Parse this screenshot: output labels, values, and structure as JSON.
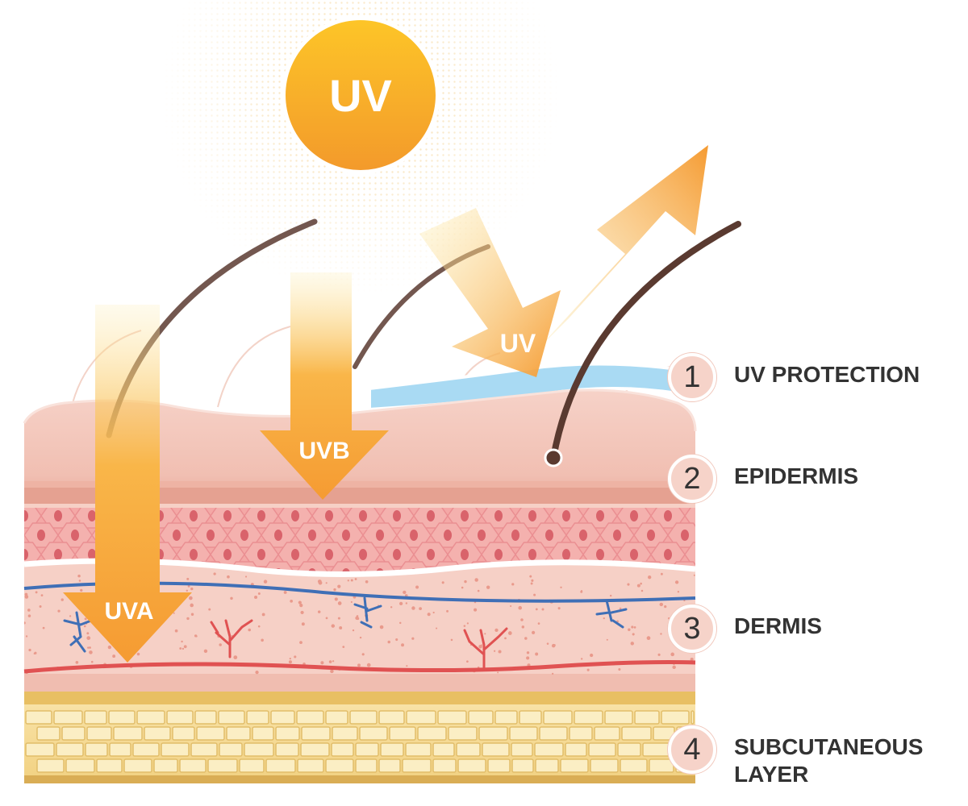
{
  "sun": {
    "label": "UV"
  },
  "arrows": {
    "uva": "UVA",
    "uvb": "UVB",
    "uv_reflected": "UV"
  },
  "layers": [
    {
      "number": "1",
      "label": "UV PROTECTION"
    },
    {
      "number": "2",
      "label": "EPIDERMIS"
    },
    {
      "number": "3",
      "label": "DERMIS"
    },
    {
      "number": "4",
      "label": "SUBCUTANEOUS LAYER"
    }
  ],
  "colors": {
    "sun_top": "#fdc528",
    "sun_bottom": "#f39a2b",
    "arrow_orange": "#f59b32",
    "epidermis": "#f3c3b8",
    "dermis_cells": "#f1828a",
    "dermis": "#f6d0c6",
    "subcutaneous": "#f5d98e",
    "protection_film": "#a9daf3",
    "hair": "#5a3a30",
    "text": "#333333"
  }
}
